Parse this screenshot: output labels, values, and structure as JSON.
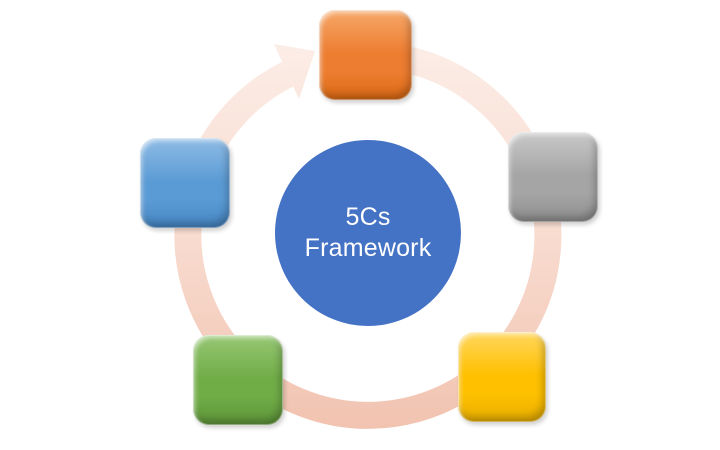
{
  "diagram": {
    "type": "cycle",
    "center": {
      "label_line1": "5Cs",
      "label_line2": "Framework",
      "fill_color": "#4472C4",
      "text_color": "#FFFFFF"
    },
    "ring": {
      "direction": "clockwise",
      "color_top": "#FCEEE8",
      "color_mid": "#F8DCD0",
      "color_bottom": "#F1C2AF"
    },
    "nodes": [
      {
        "position": "top",
        "color_name": "orange",
        "gradient": {
          "light": "#F6A869",
          "base": "#ED7D31",
          "dark": "#DC6A13"
        }
      },
      {
        "position": "right",
        "color_name": "gray",
        "gradient": {
          "light": "#C9C9C9",
          "base": "#A5A5A5",
          "dark": "#8E8E8E"
        }
      },
      {
        "position": "bottom-right",
        "color_name": "yellow",
        "gradient": {
          "light": "#FFD75E",
          "base": "#FFC000",
          "dark": "#E9AF00"
        }
      },
      {
        "position": "bottom-left",
        "color_name": "green",
        "gradient": {
          "light": "#97C774",
          "base": "#70AD47",
          "dark": "#5E9539"
        }
      },
      {
        "position": "left",
        "color_name": "blue",
        "gradient": {
          "light": "#8FBCE5",
          "base": "#5B9BD5",
          "dark": "#4585C2"
        }
      }
    ]
  }
}
